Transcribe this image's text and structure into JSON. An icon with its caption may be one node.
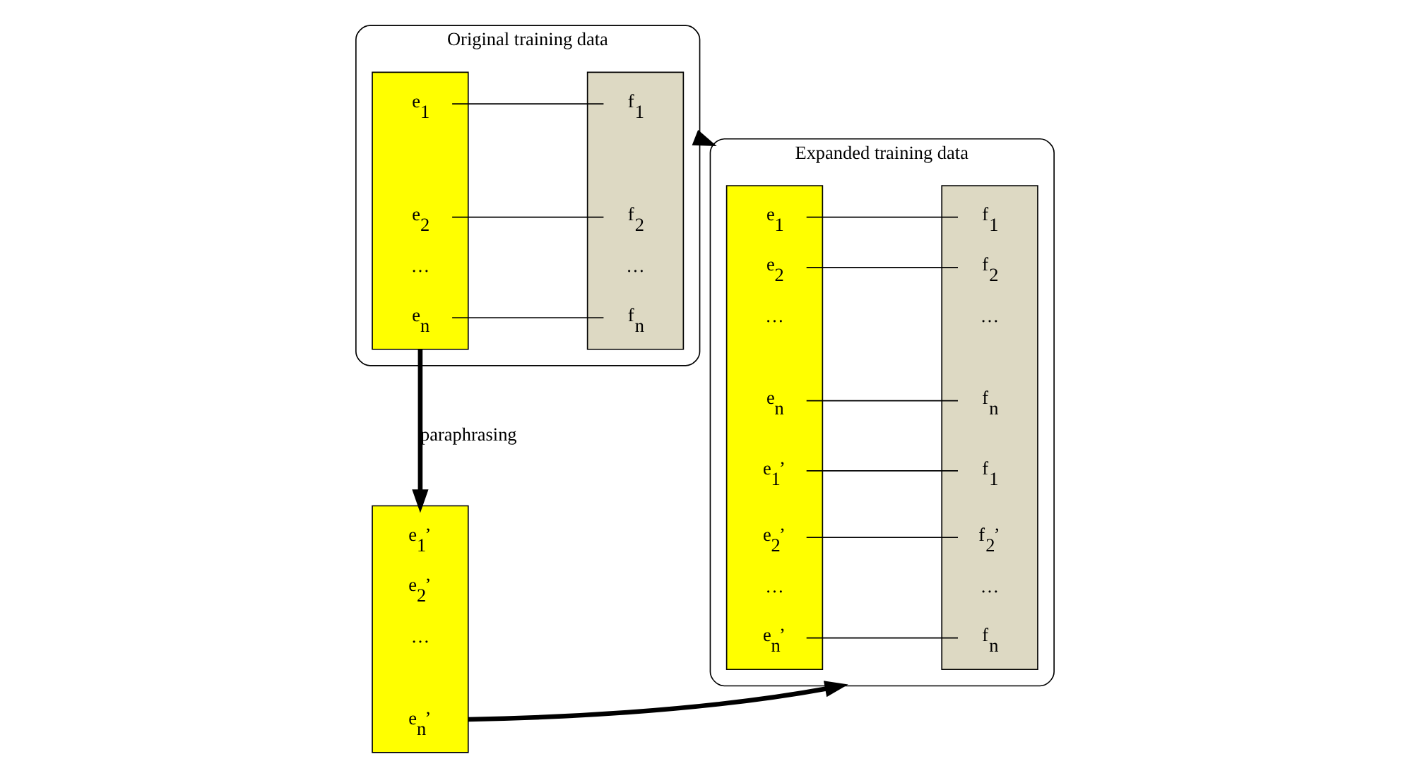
{
  "diagram": {
    "nodes": [
      {
        "text": [
          "Original training data"
        ]
      },
      {
        "text": [],
        "shape": "box",
        "in": 0
      },
      {
        "text": [
          "e$_{1}$"
        ],
        "in": 1
      },
      {
        "text": [
          "e$_{2}$"
        ],
        "in": 1
      },
      {
        "text": [
          "…"
        ],
        "in": 1
      },
      {
        "text": [
          "e$_{n}$"
        ],
        "in": 1
      },
      {
        "text": [],
        "shape": "box",
        "in": 0
      },
      {
        "text": [
          "f$_{1}$"
        ],
        "in": 6
      },
      {
        "text": [
          "f$_{2}$"
        ],
        "in": 6
      },
      {
        "text": [
          "…"
        ],
        "in": 6
      },
      {
        "text": [
          "f$_{n}$"
        ],
        "in": 6
      },
      {
        "text": [],
        "shape": "box"
      },
      {
        "text": [
          "e$_{1}$’"
        ],
        "in": 11
      },
      {
        "text": [
          "e$_{2}$’"
        ],
        "in": 11
      },
      {
        "text": [
          "…"
        ],
        "in": 11
      },
      {
        "text": [
          "e$_{n}$’"
        ],
        "in": 11
      },
      {
        "text": [
          "Expanded training data"
        ]
      },
      {
        "text": [],
        "shape": "box",
        "in": 16
      },
      {
        "text": [
          "e$_{1}$"
        ],
        "in": 17
      },
      {
        "text": [
          "e$_{2}$"
        ],
        "in": 17
      },
      {
        "text": [
          "…"
        ],
        "in": 17
      },
      {
        "text": [
          "e$_{n}$"
        ],
        "in": 17
      },
      {
        "text": [
          "e$_{1}$’"
        ],
        "in": 17
      },
      {
        "text": [
          "e$_{2}$’"
        ],
        "in": 17
      },
      {
        "text": [
          "…"
        ],
        "in": 17
      },
      {
        "text": [
          "e$_{n}$’"
        ],
        "in": 17
      },
      {
        "text": [],
        "shape": "box",
        "in": 16
      },
      {
        "text": [
          "f$_{1}$"
        ],
        "in": 26
      },
      {
        "text": [
          "f$_{2}$"
        ],
        "in": 26
      },
      {
        "text": [
          "…"
        ],
        "in": 26
      },
      {
        "text": [
          "f$_{n}$"
        ],
        "in": 26
      },
      {
        "text": [
          "f$_{1}$"
        ],
        "in": 26
      },
      {
        "text": [
          "f$_{2}$’"
        ],
        "in": 26
      },
      {
        "text": [
          "…"
        ],
        "in": 26
      },
      {
        "text": [
          "f$_{n}$"
        ],
        "in": 26
      }
    ],
    "edges": [
      {
        "from": 2,
        "to": 7,
        "arrow": "none"
      },
      {
        "from": 3,
        "to": 8,
        "arrow": "none"
      },
      {
        "from": 5,
        "to": 10,
        "arrow": "none"
      },
      {
        "from": 0,
        "to": 16,
        "arrow": "to",
        "style": "thick"
      },
      {
        "from": 1,
        "to": 11,
        "arrow": "to",
        "style": "thick",
        "label": "paraphrasing"
      },
      {
        "from": 11,
        "to": 16,
        "arrow": "to",
        "style": "thick"
      },
      {
        "from": 18,
        "to": 27,
        "arrow": "none"
      },
      {
        "from": 19,
        "to": 28,
        "arrow": "none"
      },
      {
        "from": 21,
        "to": 30,
        "arrow": "none"
      },
      {
        "from": 22,
        "to": 31,
        "arrow": "none"
      },
      {
        "from": 23,
        "to": 32,
        "arrow": "none"
      },
      {
        "from": 25,
        "to": 34,
        "arrow": "none"
      }
    ]
  }
}
